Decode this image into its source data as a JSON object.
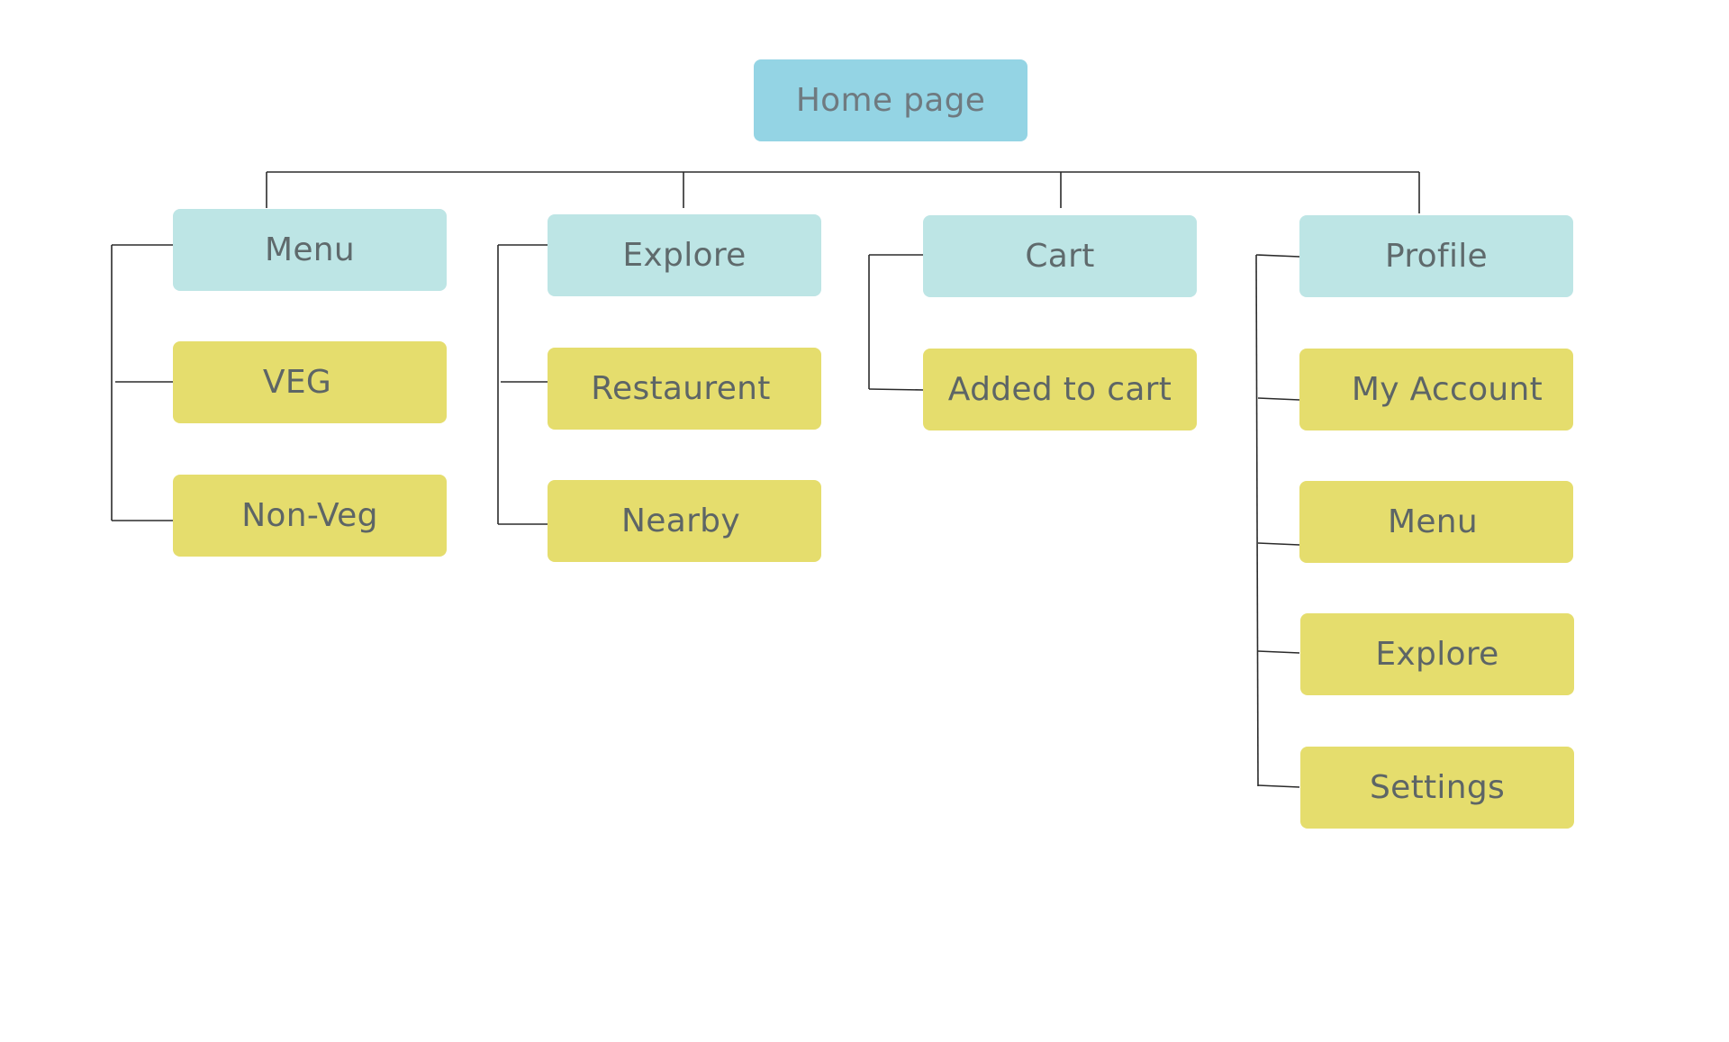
{
  "colors": {
    "root_fill": "#94d4e4",
    "category_fill": "#bde5e5",
    "leaf_fill": "#e5dd6d",
    "connector": "#2b2b2b"
  },
  "root": {
    "label": "Home page"
  },
  "branches": [
    {
      "label": "Menu",
      "children": [
        "VEG",
        "Non-Veg"
      ]
    },
    {
      "label": "Explore",
      "children": [
        "Restaurent",
        "Nearby"
      ]
    },
    {
      "label": "Cart",
      "children": [
        "Added to cart"
      ]
    },
    {
      "label": "Profile",
      "children": [
        "My Account",
        "Menu",
        "Explore",
        "Settings"
      ]
    }
  ]
}
